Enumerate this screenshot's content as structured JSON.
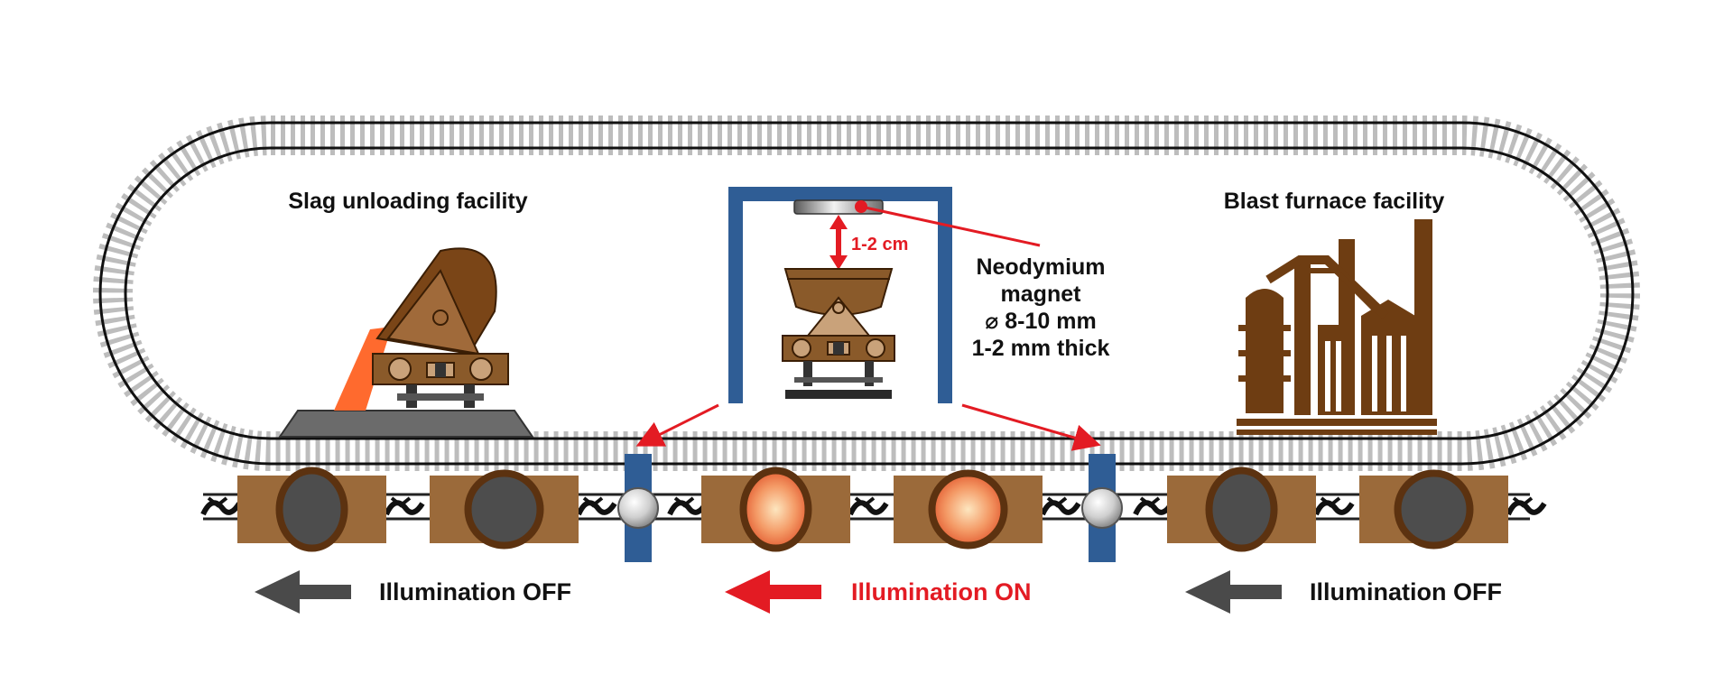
{
  "labels": {
    "slag_facility": "Slag unloading facility",
    "furnace_facility": "Blast furnace facility",
    "gap": "1-2 cm",
    "magnet_line1": "Neodymium",
    "magnet_line2": "magnet",
    "magnet_line3": "⌀ 8-10 mm",
    "magnet_line4": "1-2 mm thick",
    "illum_left": "Illumination OFF",
    "illum_center": "Illumination ON",
    "illum_right": "Illumination OFF"
  },
  "colors": {
    "car_body": "#9b6a3a",
    "ladle_rim": "#5c3210",
    "slag_dark": "#4d4d4d",
    "slag_glow": "#f06a3a",
    "gate_blue": "#2f5d95",
    "accent_red": "#e31b23",
    "arrow_gray": "#4a4a4a",
    "machine_brown": "#6e3d12",
    "pour_orange": "#ff6a2e"
  },
  "cars": [
    {
      "state": "off"
    },
    {
      "state": "off"
    },
    {
      "state": "on"
    },
    {
      "state": "on"
    },
    {
      "state": "off"
    },
    {
      "state": "off"
    }
  ],
  "icons": {
    "tilting_car": "tilting-ladle-car-icon",
    "monitored_car": "ladle-car-front-icon",
    "factory": "blast-furnace-factory-icon",
    "magnet": "neodymium-magnet-icon",
    "sensor": "sensor-ball-icon"
  }
}
